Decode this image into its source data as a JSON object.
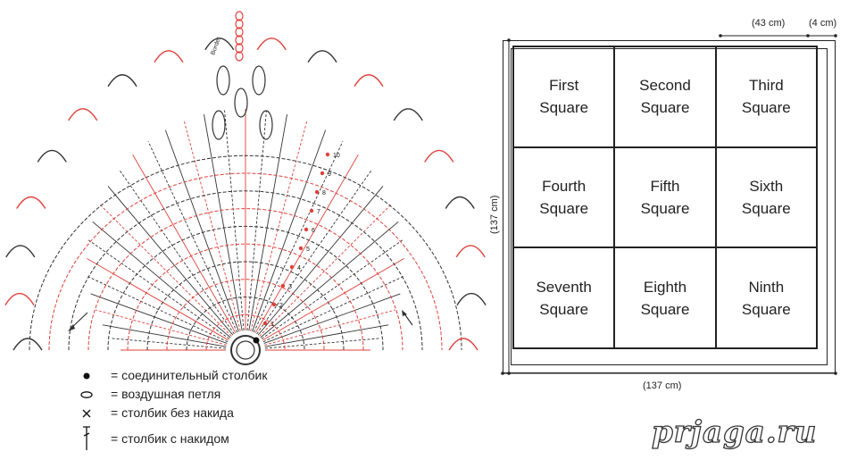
{
  "colors": {
    "red": "#e0403a",
    "dark": "#333333"
  },
  "chart": {
    "border_label": "Border",
    "round_numbers": [
      "1",
      "2",
      "3",
      "4",
      "5",
      "6",
      "7",
      "8",
      "9",
      "10"
    ]
  },
  "legend": [
    {
      "icon": "slip-stitch-dot-icon",
      "text": "= соединительный столбик"
    },
    {
      "icon": "chain-oval-icon",
      "text": "= воздушная петля"
    },
    {
      "icon": "single-crochet-x-icon",
      "text": "= столбик без накида"
    },
    {
      "icon": "double-crochet-t-icon",
      "text": "= столбик с накидом"
    }
  ],
  "blanket": {
    "dim_top_left": "(43 cm)",
    "dim_top_right": "(4 cm)",
    "dim_side": "(137 cm)",
    "dim_bottom": "(137 cm)",
    "squares": [
      "First\nSquare",
      "Second\nSquare",
      "Third\nSquare",
      "Fourth\nSquare",
      "Fifth\nSquare",
      "Sixth\nSquare",
      "Seventh\nSquare",
      "Eighth\nSquare",
      "Ninth\nSquare"
    ]
  },
  "watermark": "prjaga.ru"
}
